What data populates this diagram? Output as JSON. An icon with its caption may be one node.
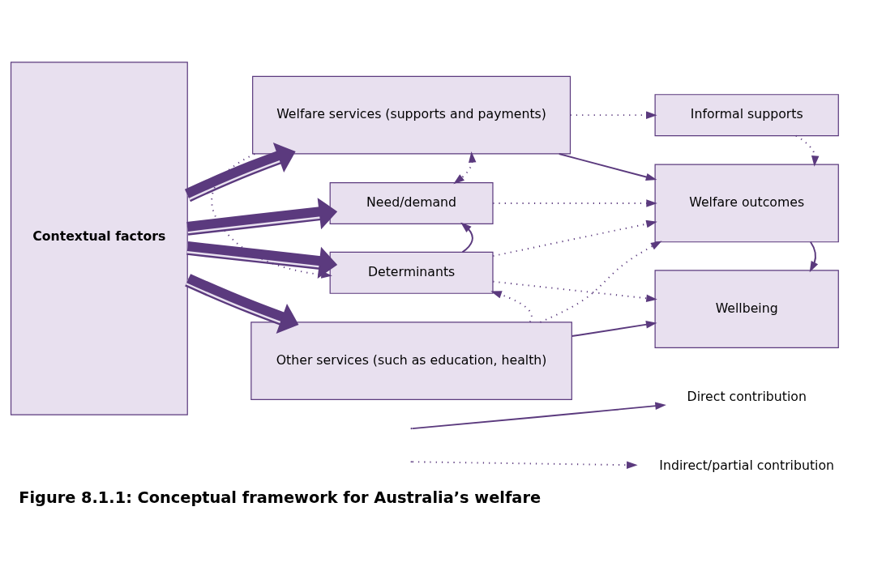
{
  "diagram": {
    "caption": "Figure 8.1.1: Conceptual framework for Australia’s welfare",
    "nodes": [
      {
        "text": [
          "Contextual factors"
        ]
      },
      {
        "text": [
          "Welfare services (supports and payments)"
        ]
      },
      {
        "text": [
          "Informal supports"
        ]
      },
      {
        "text": [
          "Need/demand"
        ]
      },
      {
        "text": [
          "Welfare outcomes"
        ]
      },
      {
        "text": [
          "Determinants"
        ]
      },
      {
        "text": [
          "Wellbeing"
        ]
      },
      {
        "text": [
          "Other services (such as education, health)"
        ]
      }
    ],
    "edges": [
      {
        "from": 0,
        "to": 1,
        "arrow": "to",
        "style": "thick"
      },
      {
        "from": 0,
        "to": 3,
        "arrow": "to",
        "style": "thick"
      },
      {
        "from": 0,
        "to": 5,
        "arrow": "to",
        "style": "thick"
      },
      {
        "from": 0,
        "to": 7,
        "arrow": "to",
        "style": "thick"
      },
      {
        "from": 1,
        "to": 2,
        "arrow": "to",
        "style": "dashed"
      },
      {
        "from": 1,
        "to": 4,
        "arrow": "to"
      },
      {
        "from": 1,
        "to": 3,
        "arrow": "both",
        "style": "dashed"
      },
      {
        "from": 2,
        "to": 4,
        "arrow": "to",
        "style": "dashed"
      },
      {
        "from": 1,
        "to": 5,
        "arrow": "to",
        "style": "dashed"
      },
      {
        "from": 3,
        "to": 4,
        "arrow": "to",
        "style": "dashed"
      },
      {
        "from": 5,
        "to": 3,
        "arrow": "to"
      },
      {
        "from": 5,
        "to": 4,
        "arrow": "to",
        "style": "dashed"
      },
      {
        "from": 5,
        "to": 6,
        "arrow": "to",
        "style": "dashed"
      },
      {
        "from": 4,
        "to": 6,
        "arrow": "to"
      },
      {
        "from": 7,
        "to": 5,
        "arrow": "to",
        "style": "dashed"
      },
      {
        "from": 7,
        "to": 6,
        "arrow": "to"
      },
      {
        "from": 7,
        "to": 4,
        "arrow": "to",
        "style": "dashed"
      }
    ],
    "legend": [
      {
        "text": "Direct contribution"
      },
      {
        "text": "Indirect/partial contribution"
      }
    ]
  }
}
